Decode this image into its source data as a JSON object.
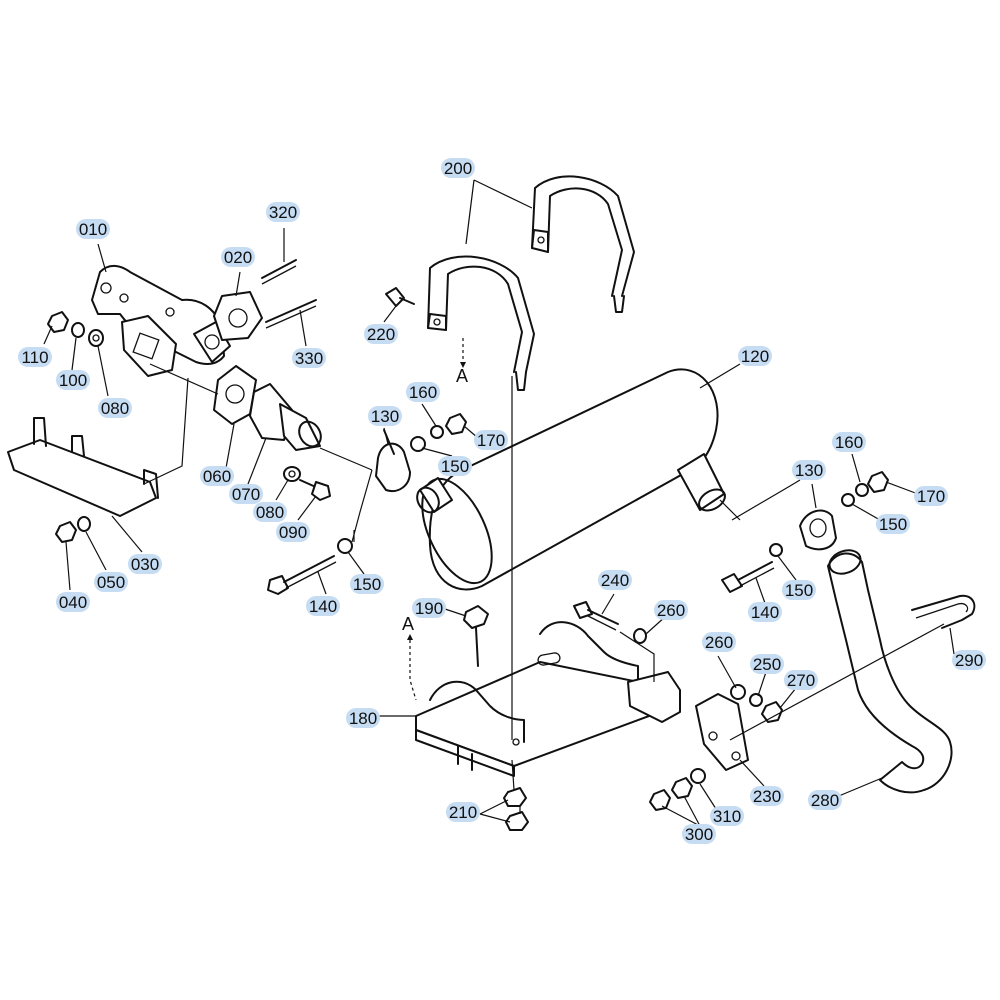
{
  "callouts": [
    {
      "id": "c010",
      "text": "010"
    },
    {
      "id": "c020",
      "text": "020"
    },
    {
      "id": "c320",
      "text": "320"
    },
    {
      "id": "c330",
      "text": "330"
    },
    {
      "id": "c110",
      "text": "110"
    },
    {
      "id": "c100",
      "text": "100"
    },
    {
      "id": "c080a",
      "text": "080"
    },
    {
      "id": "c060",
      "text": "060"
    },
    {
      "id": "c070",
      "text": "070"
    },
    {
      "id": "c080b",
      "text": "080"
    },
    {
      "id": "c090",
      "text": "090"
    },
    {
      "id": "c030",
      "text": "030"
    },
    {
      "id": "c050",
      "text": "050"
    },
    {
      "id": "c040",
      "text": "040"
    },
    {
      "id": "c200",
      "text": "200"
    },
    {
      "id": "c220",
      "text": "220"
    },
    {
      "id": "c120",
      "text": "120"
    },
    {
      "id": "c160a",
      "text": "160"
    },
    {
      "id": "c130a",
      "text": "130"
    },
    {
      "id": "c170a",
      "text": "170"
    },
    {
      "id": "c150a",
      "text": "150"
    },
    {
      "id": "c150b",
      "text": "150"
    },
    {
      "id": "c140a",
      "text": "140"
    },
    {
      "id": "c160b",
      "text": "160"
    },
    {
      "id": "c130b",
      "text": "130"
    },
    {
      "id": "c170b",
      "text": "170"
    },
    {
      "id": "c150c",
      "text": "150"
    },
    {
      "id": "c150d",
      "text": "150"
    },
    {
      "id": "c140b",
      "text": "140"
    },
    {
      "id": "c190",
      "text": "190"
    },
    {
      "id": "c240",
      "text": "240"
    },
    {
      "id": "c260a",
      "text": "260"
    },
    {
      "id": "c260b",
      "text": "260"
    },
    {
      "id": "c250",
      "text": "250"
    },
    {
      "id": "c270",
      "text": "270"
    },
    {
      "id": "c290",
      "text": "290"
    },
    {
      "id": "c180",
      "text": "180"
    },
    {
      "id": "c230",
      "text": "230"
    },
    {
      "id": "c280",
      "text": "280"
    },
    {
      "id": "c210",
      "text": "210"
    },
    {
      "id": "c300",
      "text": "300"
    },
    {
      "id": "c310",
      "text": "310"
    }
  ],
  "markers": {
    "a_upper": "A",
    "a_lower": "A"
  },
  "colors": {
    "callout_highlight": "#c5dcf3",
    "line": "#111111"
  }
}
